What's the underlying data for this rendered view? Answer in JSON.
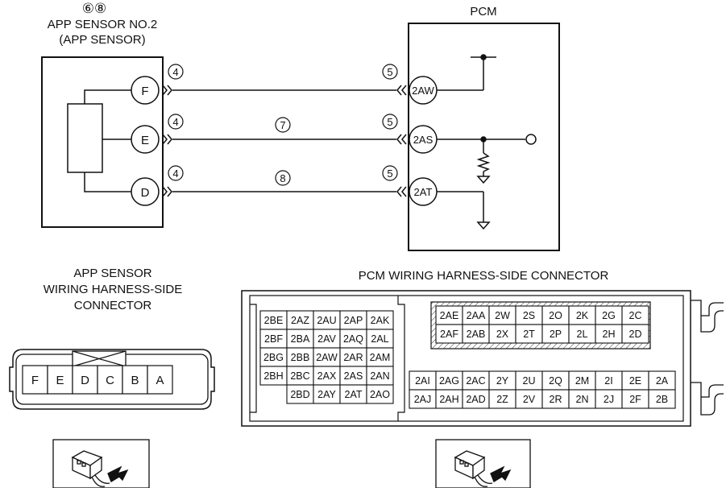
{
  "app_sensor": {
    "callouts": "⑥⑧",
    "title_line1": "APP SENSOR NO.2",
    "title_line2": "(APP SENSOR)",
    "terminals": [
      "F",
      "E",
      "D"
    ]
  },
  "pcm": {
    "title": "PCM",
    "terminals": [
      "2AW",
      "2AS",
      "2AT"
    ]
  },
  "wires": {
    "sensor_side_note": "4",
    "pcm_side_note": "5",
    "middle_notes": [
      "",
      "7",
      "8"
    ]
  },
  "app_connector": {
    "title_line1": "APP SENSOR",
    "title_line2": "WIRING HARNESS-SIDE",
    "title_line3": "CONNECTOR",
    "pins": [
      "F",
      "E",
      "D",
      "C",
      "B",
      "A"
    ]
  },
  "pcm_connector": {
    "title": "PCM WIRING HARNESS-SIDE CONNECTOR",
    "left_block": [
      [
        "2BE",
        "2AZ",
        "2AU",
        "2AP",
        "2AK"
      ],
      [
        "2BF",
        "2BA",
        "2AV",
        "2AQ",
        "2AL"
      ],
      [
        "2BG",
        "2BB",
        "2AW",
        "2AR",
        "2AM"
      ],
      [
        "2BH",
        "2BC",
        "2AX",
        "2AS",
        "2AN"
      ],
      [
        "",
        "2BD",
        "2AY",
        "2AT",
        "2AO"
      ]
    ],
    "right_top": [
      [
        "2AE",
        "2AA",
        "2W",
        "2S",
        "2O",
        "2K",
        "2G",
        "2C"
      ],
      [
        "2AF",
        "2AB",
        "2X",
        "2T",
        "2P",
        "2L",
        "2H",
        "2D"
      ]
    ],
    "right_bottom": [
      [
        "2AI",
        "2AG",
        "2AC",
        "2Y",
        "2U",
        "2Q",
        "2M",
        "2I",
        "2E",
        "2A"
      ],
      [
        "2AJ",
        "2AH",
        "2AD",
        "2Z",
        "2V",
        "2R",
        "2N",
        "2J",
        "2F",
        "2B"
      ]
    ]
  }
}
